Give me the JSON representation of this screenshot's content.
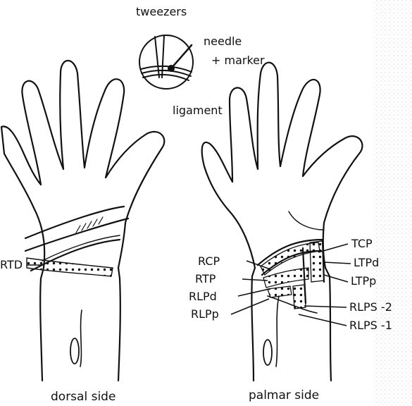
{
  "inset": {
    "tweezers": "tweezers",
    "needle": "needle",
    "marker": "+ marker",
    "ligament": "ligament"
  },
  "dorsal": {
    "label": "RTD",
    "caption": "dorsal side"
  },
  "palmar": {
    "caption": "palmar side",
    "labels_left": [
      "RCP",
      "RTP",
      "RLPd",
      "RLPp"
    ],
    "labels_right": [
      "TCP",
      "LTPd",
      "LTPp",
      "RLPS -2",
      "RLPS -1"
    ]
  },
  "colors": {
    "ink": "#111111",
    "paper": "#ffffff"
  }
}
